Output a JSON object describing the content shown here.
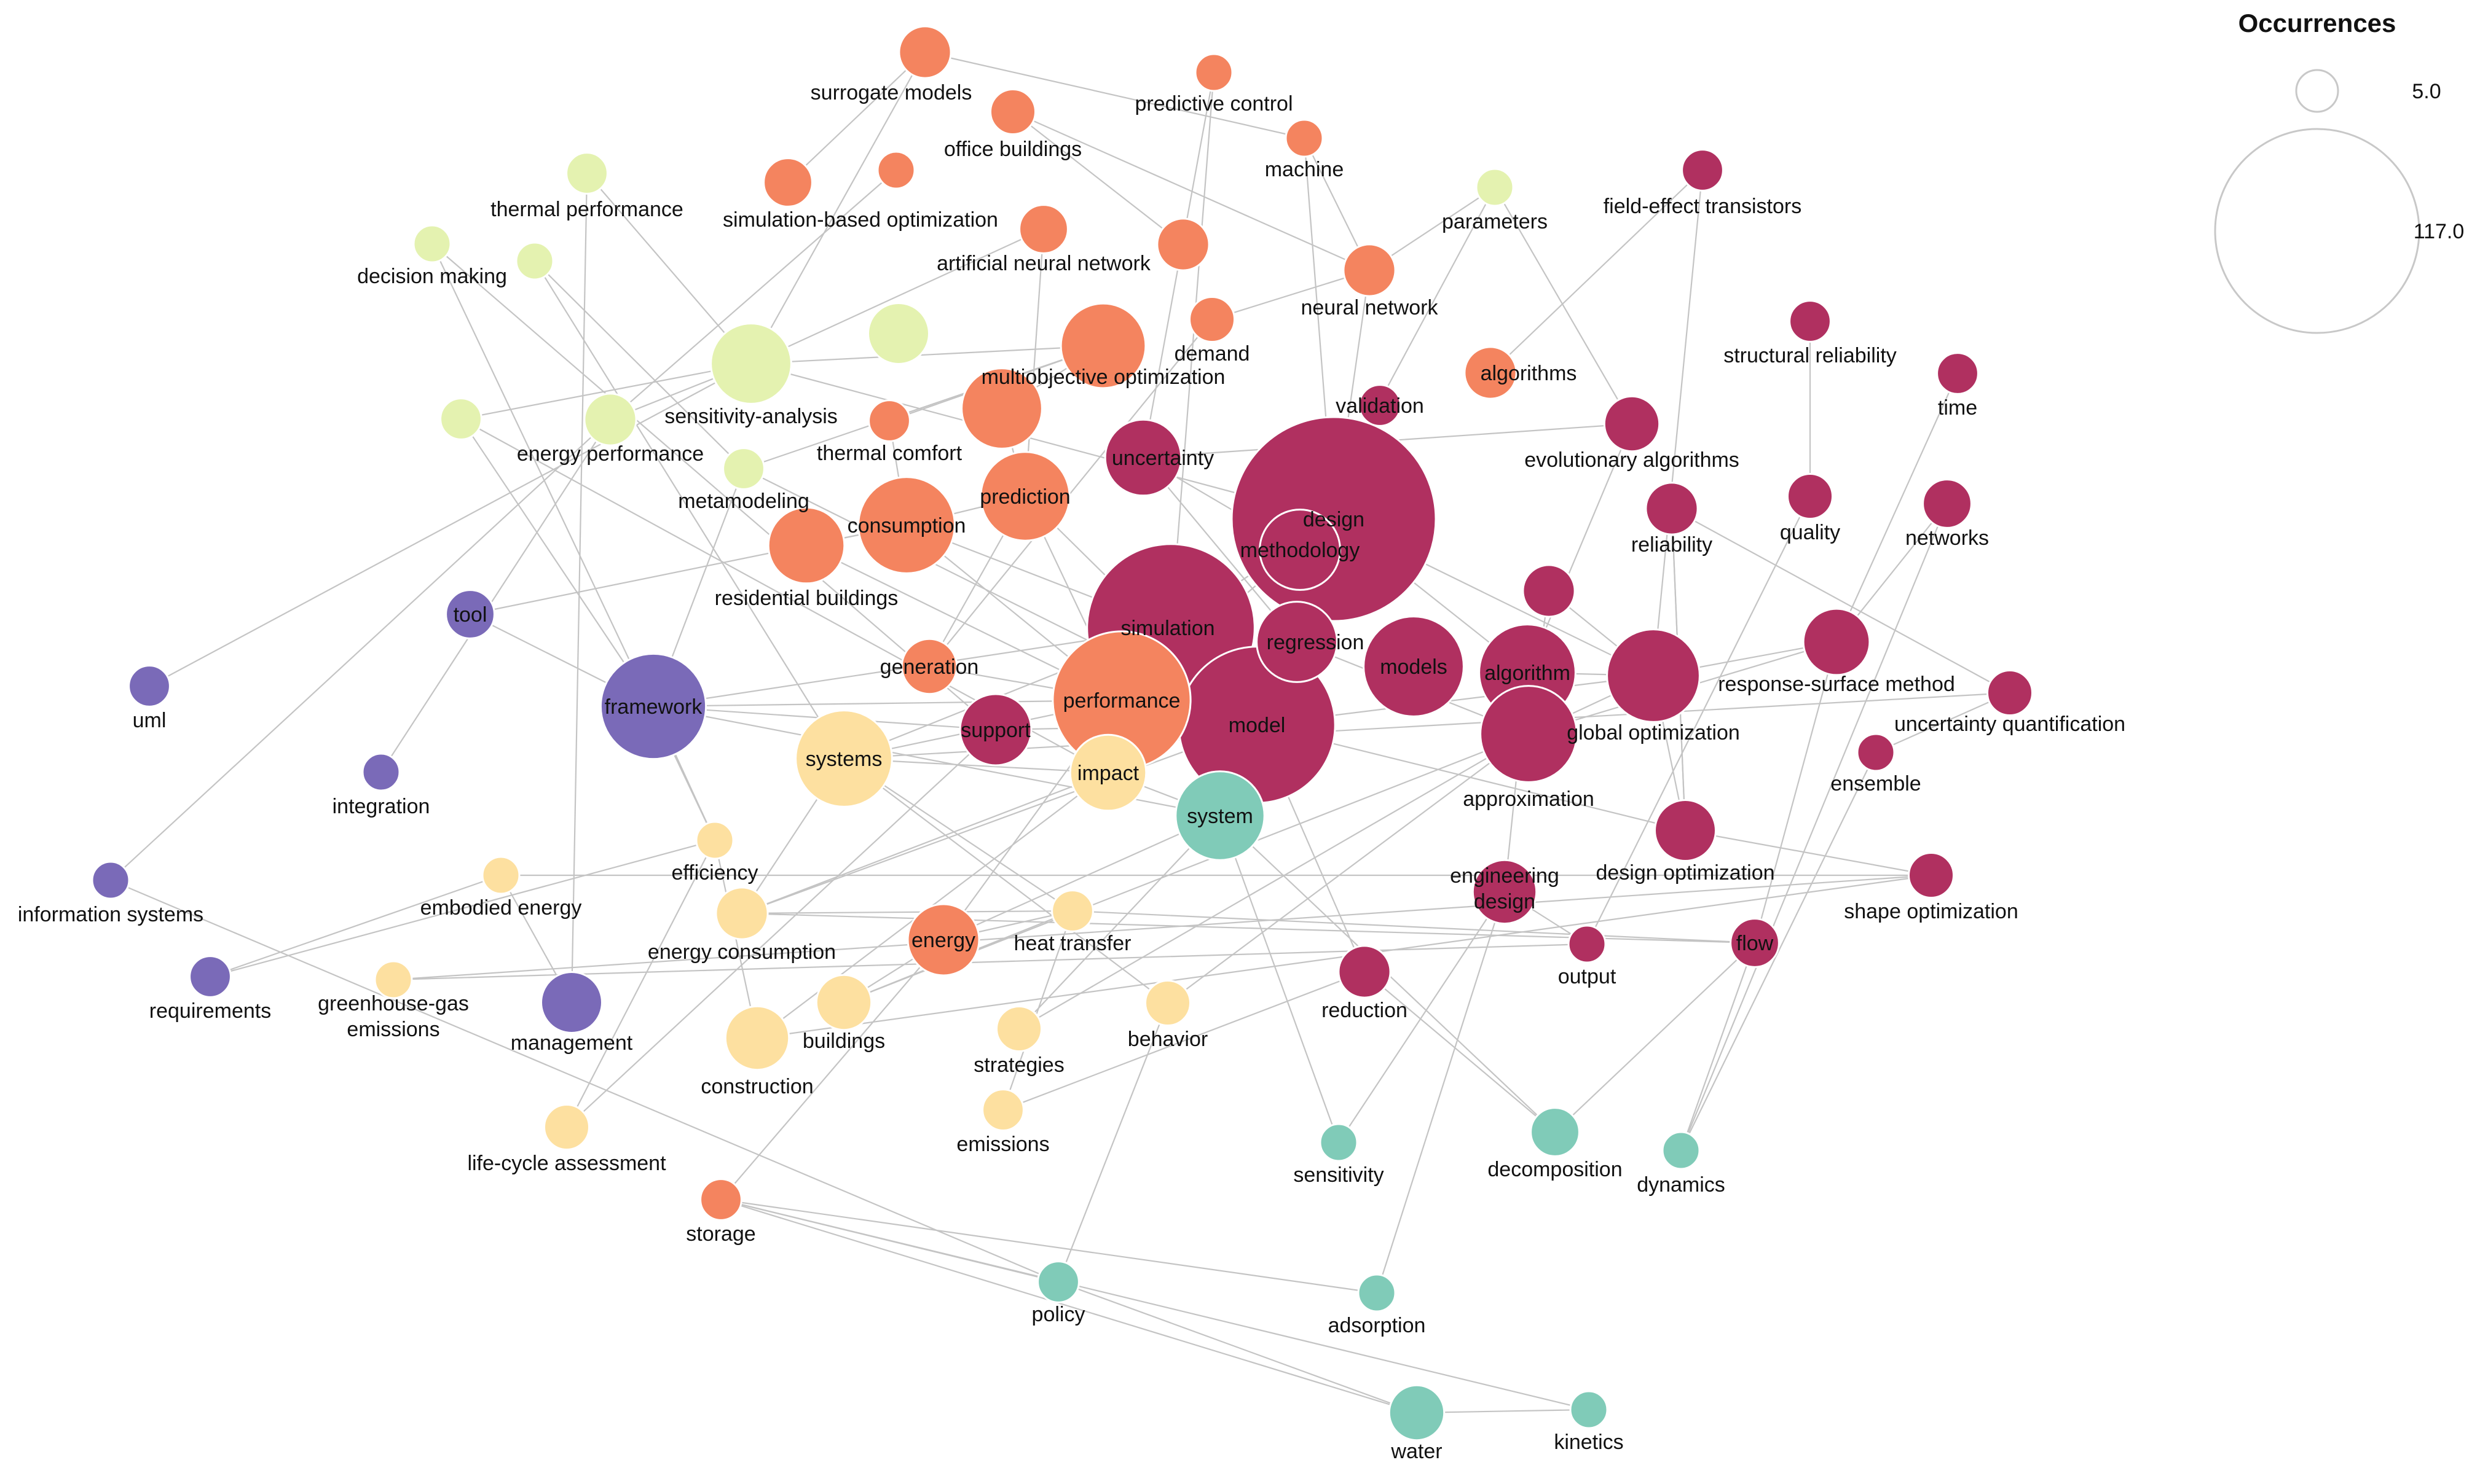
{
  "legend": {
    "title": "Occurrences",
    "min_label": "5.0",
    "max_label": "117.0"
  },
  "clusters": {
    "maroon": "#B03060",
    "orange": "#F4845F",
    "lightgreen": "#E4F2B0",
    "purple": "#7A6AB8",
    "yellow": "#FDE0A0",
    "teal": "#80CBB8"
  },
  "nodes": [
    {
      "id": "design",
      "label": "design",
      "cluster": "maroon",
      "occ": 117
    },
    {
      "id": "simulation",
      "label": "simulation",
      "cluster": "maroon",
      "occ": 80
    },
    {
      "id": "model",
      "label": "model",
      "cluster": "maroon",
      "occ": 70
    },
    {
      "id": "methodology",
      "label": "methodology",
      "cluster": "maroon",
      "occ": 20
    },
    {
      "id": "regression",
      "label": "regression",
      "cluster": "maroon",
      "occ": 20
    },
    {
      "id": "uncertainty",
      "label": "uncertainty",
      "cluster": "maroon",
      "occ": 18
    },
    {
      "id": "models",
      "label": "models",
      "cluster": "maroon",
      "occ": 30
    },
    {
      "id": "algorithm",
      "label": "algorithm",
      "cluster": "maroon",
      "occ": 28
    },
    {
      "id": "approximation",
      "label": "approximation",
      "cluster": "maroon",
      "occ": 28
    },
    {
      "id": "global-optimization",
      "label": "global optimization",
      "cluster": "maroon",
      "occ": 26
    },
    {
      "id": "response-surface-method",
      "label": "response-surface method",
      "cluster": "maroon",
      "occ": 14
    },
    {
      "id": "support",
      "label": "support",
      "cluster": "maroon",
      "occ": 16
    },
    {
      "id": "validation",
      "label": "validation",
      "cluster": "maroon",
      "occ": 6
    },
    {
      "id": "evolutionary-algorithms",
      "label": "evolutionary algorithms",
      "cluster": "maroon",
      "occ": 10
    },
    {
      "id": "reliability",
      "label": "reliability",
      "cluster": "maroon",
      "occ": 9
    },
    {
      "id": "field-effect-transistors",
      "label": "field-effect transistors",
      "cluster": "maroon",
      "occ": 6
    },
    {
      "id": "structural-reliability",
      "label": "structural reliability",
      "cluster": "maroon",
      "occ": 6
    },
    {
      "id": "time",
      "label": "time",
      "cluster": "maroon",
      "occ": 6
    },
    {
      "id": "quality",
      "label": "quality",
      "cluster": "maroon",
      "occ": 7
    },
    {
      "id": "networks",
      "label": "networks",
      "cluster": "maroon",
      "occ": 8
    },
    {
      "id": "unnamed-maroon",
      "label": "",
      "cluster": "maroon",
      "occ": 9
    },
    {
      "id": "uncertainty-quantification",
      "label": "uncertainty quantification",
      "cluster": "maroon",
      "occ": 7
    },
    {
      "id": "ensemble",
      "label": "ensemble",
      "cluster": "maroon",
      "occ": 5
    },
    {
      "id": "design-optimization",
      "label": "design optimization",
      "cluster": "maroon",
      "occ": 12
    },
    {
      "id": "engineering-design",
      "label": "engineering design",
      "cluster": "maroon",
      "occ": 13
    },
    {
      "id": "shape-optimization",
      "label": "shape optimization",
      "cluster": "maroon",
      "occ": 7
    },
    {
      "id": "output",
      "label": "output",
      "cluster": "maroon",
      "occ": 5
    },
    {
      "id": "flow",
      "label": "flow",
      "cluster": "maroon",
      "occ": 8
    },
    {
      "id": "reduction",
      "label": "reduction",
      "cluster": "maroon",
      "occ": 9
    },
    {
      "id": "performance",
      "label": "performance",
      "cluster": "orange",
      "occ": 55
    },
    {
      "id": "consumption",
      "label": "consumption",
      "cluster": "orange",
      "occ": 28
    },
    {
      "id": "prediction",
      "label": "prediction",
      "cluster": "orange",
      "occ": 24
    },
    {
      "id": "multiobjective-optimization",
      "label": "multiobjective optimization",
      "cluster": "orange",
      "occ": 22
    },
    {
      "id": "residential-buildings",
      "label": "residential buildings",
      "cluster": "orange",
      "occ": 18
    },
    {
      "id": "unnamed-orange",
      "label": "",
      "cluster": "orange",
      "occ": 20
    },
    {
      "id": "generation",
      "label": "generation",
      "cluster": "orange",
      "occ": 10
    },
    {
      "id": "energy",
      "label": "energy",
      "cluster": "orange",
      "occ": 16
    },
    {
      "id": "surrogate-models",
      "label": "surrogate models",
      "cluster": "orange",
      "occ": 9
    },
    {
      "id": "predictive-control",
      "label": "predictive control",
      "cluster": "orange",
      "occ": 5
    },
    {
      "id": "office-buildings",
      "label": "office buildings",
      "cluster": "orange",
      "occ": 7
    },
    {
      "id": "machine",
      "label": "machine",
      "cluster": "orange",
      "occ": 5
    },
    {
      "id": "simulation-based-optimization",
      "label": "simulation-based optimization",
      "cluster": "orange",
      "occ": 8
    },
    {
      "id": "unnamed-orange-small",
      "label": "",
      "cluster": "orange",
      "occ": 5
    },
    {
      "id": "artificial-neural-network",
      "label": "artificial neural network",
      "cluster": "orange",
      "occ": 8
    },
    {
      "id": "unnamed-orange-2",
      "label": "",
      "cluster": "orange",
      "occ": 9
    },
    {
      "id": "neural-network",
      "label": "neural network",
      "cluster": "orange",
      "occ": 9
    },
    {
      "id": "demand",
      "label": "demand",
      "cluster": "orange",
      "occ": 7
    },
    {
      "id": "algorithms",
      "label": "algorithms",
      "cluster": "orange",
      "occ": 9
    },
    {
      "id": "thermal-comfort",
      "label": "thermal comfort",
      "cluster": "orange",
      "occ": 6
    },
    {
      "id": "storage",
      "label": "storage",
      "cluster": "orange",
      "occ": 6
    },
    {
      "id": "sensitivity-analysis",
      "label": "sensitivity-analysis",
      "cluster": "lightgreen",
      "occ": 20
    },
    {
      "id": "thermal-performance",
      "label": "thermal performance",
      "cluster": "lightgreen",
      "occ": 6
    },
    {
      "id": "decision-making",
      "label": "decision making",
      "cluster": "lightgreen",
      "occ": 5
    },
    {
      "id": "unnamed-green-small",
      "label": "",
      "cluster": "lightgreen",
      "occ": 5
    },
    {
      "id": "unnamed-green-mid",
      "label": "",
      "cluster": "lightgreen",
      "occ": 12
    },
    {
      "id": "energy-performance",
      "label": "energy performance",
      "cluster": "lightgreen",
      "occ": 9
    },
    {
      "id": "unnamed-green-left",
      "label": "",
      "cluster": "lightgreen",
      "occ": 6
    },
    {
      "id": "metamodeling",
      "label": "metamodeling",
      "cluster": "lightgreen",
      "occ": 6
    },
    {
      "id": "parameters",
      "label": "parameters",
      "cluster": "lightgreen",
      "occ": 5
    },
    {
      "id": "framework",
      "label": "framework",
      "cluster": "purple",
      "occ": 33
    },
    {
      "id": "tool",
      "label": "tool",
      "cluster": "purple",
      "occ": 8
    },
    {
      "id": "uml",
      "label": "uml",
      "cluster": "purple",
      "occ": 6
    },
    {
      "id": "integration",
      "label": "integration",
      "cluster": "purple",
      "occ": 5
    },
    {
      "id": "information-systems",
      "label": "information systems",
      "cluster": "purple",
      "occ": 5
    },
    {
      "id": "requirements",
      "label": "requirements",
      "cluster": "purple",
      "occ": 6
    },
    {
      "id": "management",
      "label": "management",
      "cluster": "purple",
      "occ": 12
    },
    {
      "id": "systems",
      "label": "systems",
      "cluster": "yellow",
      "occ": 28
    },
    {
      "id": "impact",
      "label": "impact",
      "cluster": "yellow",
      "occ": 18
    },
    {
      "id": "efficiency",
      "label": "efficiency",
      "cluster": "yellow",
      "occ": 5
    },
    {
      "id": "embodied-energy",
      "label": "embodied energy",
      "cluster": "yellow",
      "occ": 5
    },
    {
      "id": "energy-consumption",
      "label": "energy consumption",
      "cluster": "yellow",
      "occ": 9
    },
    {
      "id": "heat-transfer",
      "label": "heat transfer",
      "cluster": "yellow",
      "occ": 6
    },
    {
      "id": "greenhouse-gas-emissions",
      "label": "greenhouse-gas emissions",
      "cluster": "yellow",
      "occ": 5
    },
    {
      "id": "buildings",
      "label": "buildings",
      "cluster": "yellow",
      "occ": 10
    },
    {
      "id": "construction",
      "label": "construction",
      "cluster": "yellow",
      "occ": 13
    },
    {
      "id": "strategies",
      "label": "strategies",
      "cluster": "yellow",
      "occ": 7
    },
    {
      "id": "behavior",
      "label": "behavior",
      "cluster": "yellow",
      "occ": 7
    },
    {
      "id": "emissions",
      "label": "emissions",
      "cluster": "yellow",
      "occ": 6
    },
    {
      "id": "life-cycle-assessment",
      "label": "life-cycle assessment",
      "cluster": "yellow",
      "occ": 7
    },
    {
      "id": "system",
      "label": "system",
      "cluster": "teal",
      "occ": 24
    },
    {
      "id": "sensitivity",
      "label": "sensitivity",
      "cluster": "teal",
      "occ": 5
    },
    {
      "id": "decomposition",
      "label": "decomposition",
      "cluster": "teal",
      "occ": 8
    },
    {
      "id": "dynamics",
      "label": "dynamics",
      "cluster": "teal",
      "occ": 5
    },
    {
      "id": "policy",
      "label": "policy",
      "cluster": "teal",
      "occ": 6
    },
    {
      "id": "adsorption",
      "label": "adsorption",
      "cluster": "teal",
      "occ": 5
    },
    {
      "id": "water",
      "label": "water",
      "cluster": "teal",
      "occ": 10
    },
    {
      "id": "kinetics",
      "label": "kinetics",
      "cluster": "teal",
      "occ": 5
    }
  ],
  "edges": [
    [
      "design",
      "simulation"
    ],
    [
      "design",
      "model"
    ],
    [
      "design",
      "performance"
    ],
    [
      "design",
      "neural-network"
    ],
    [
      "design",
      "global-optimization"
    ],
    [
      "design",
      "algorithm"
    ],
    [
      "design",
      "machine"
    ],
    [
      "design",
      "sensitivity-analysis"
    ],
    [
      "simulation",
      "model"
    ],
    [
      "simulation",
      "performance"
    ],
    [
      "simulation",
      "consumption"
    ],
    [
      "simulation",
      "systems"
    ],
    [
      "simulation",
      "framework"
    ],
    [
      "simulation",
      "energy"
    ],
    [
      "simulation",
      "predictive-control"
    ],
    [
      "model",
      "prediction"
    ],
    [
      "model",
      "system"
    ],
    [
      "model",
      "reduction"
    ],
    [
      "model",
      "performance"
    ],
    [
      "model",
      "design-optimization"
    ],
    [
      "model",
      "energy-consumption"
    ],
    [
      "model",
      "global-optimization"
    ],
    [
      "methodology",
      "uncertainty"
    ],
    [
      "methodology",
      "regression"
    ],
    [
      "regression",
      "approximation"
    ],
    [
      "regression",
      "uncertainty"
    ],
    [
      "approximation",
      "global-optimization"
    ],
    [
      "approximation",
      "algorithm"
    ],
    [
      "approximation",
      "response-surface-method"
    ],
    [
      "approximation",
      "buildings"
    ],
    [
      "approximation",
      "strategies"
    ],
    [
      "algorithm",
      "evolutionary-algorithms"
    ],
    [
      "algorithm",
      "global-optimization"
    ],
    [
      "algorithm",
      "engineering-design"
    ],
    [
      "global-optimization",
      "response-surface-method"
    ],
    [
      "global-optimization",
      "design-optimization"
    ],
    [
      "global-optimization",
      "field-effect-transistors"
    ],
    [
      "response-surface-method",
      "flow"
    ],
    [
      "response-surface-method",
      "time"
    ],
    [
      "response-surface-method",
      "networks"
    ],
    [
      "uncertainty-quantification",
      "reliability"
    ],
    [
      "uncertainty-quantification",
      "systems"
    ],
    [
      "uncertainty-quantification",
      "ensemble"
    ],
    [
      "quality",
      "output"
    ],
    [
      "structural-reliability",
      "quality"
    ],
    [
      "reliability",
      "design-optimization"
    ],
    [
      "design-optimization",
      "shape-optimization"
    ],
    [
      "design-optimization",
      "reliability"
    ],
    [
      "flow",
      "dynamics"
    ],
    [
      "flow",
      "decomposition"
    ],
    [
      "networks",
      "dynamics"
    ],
    [
      "engineering-design",
      "adsorption"
    ],
    [
      "engineering-design",
      "output"
    ],
    [
      "engineering-design",
      "sensitivity"
    ],
    [
      "reduction",
      "decomposition"
    ],
    [
      "reduction",
      "emissions"
    ],
    [
      "shape-optimization",
      "greenhouse-gas-emissions"
    ],
    [
      "shape-optimization",
      "embodied-energy"
    ],
    [
      "performance",
      "consumption"
    ],
    [
      "performance",
      "prediction"
    ],
    [
      "performance",
      "impact"
    ],
    [
      "performance",
      "systems"
    ],
    [
      "performance",
      "framework"
    ],
    [
      "performance",
      "residential-buildings"
    ],
    [
      "performance",
      "generation"
    ],
    [
      "consumption",
      "residential-buildings"
    ],
    [
      "consumption",
      "prediction"
    ],
    [
      "consumption",
      "tool"
    ],
    [
      "consumption",
      "thermal-comfort"
    ],
    [
      "prediction",
      "artificial-neural-network"
    ],
    [
      "prediction",
      "unnamed-orange"
    ],
    [
      "prediction",
      "generation"
    ],
    [
      "multiobjective-optimization",
      "unnamed-orange"
    ],
    [
      "multiobjective-optimization",
      "sensitivity-analysis"
    ],
    [
      "multiobjective-optimization",
      "metamodeling"
    ],
    [
      "multiobjective-optimization",
      "thermal-comfort"
    ],
    [
      "surrogate-models",
      "simulation-based-optimization"
    ],
    [
      "surrogate-models",
      "sensitivity-analysis"
    ],
    [
      "office-buildings",
      "neural-network"
    ],
    [
      "office-buildings",
      "unnamed-orange-2"
    ],
    [
      "neural-network",
      "machine"
    ],
    [
      "neural-network",
      "demand"
    ],
    [
      "neural-network",
      "parameters"
    ],
    [
      "artificial-neural-network",
      "sensitivity-analysis"
    ],
    [
      "unnamed-orange-small",
      "energy-performance"
    ],
    [
      "demand",
      "generation"
    ],
    [
      "algorithms",
      "field-effect-transistors"
    ],
    [
      "energy",
      "heat-transfer"
    ],
    [
      "energy",
      "buildings"
    ],
    [
      "energy",
      "storage"
    ],
    [
      "energy",
      "system"
    ],
    [
      "storage",
      "policy"
    ],
    [
      "storage",
      "water"
    ],
    [
      "storage",
      "kinetics"
    ],
    [
      "storage",
      "adsorption"
    ],
    [
      "sensitivity-analysis",
      "energy-performance"
    ],
    [
      "sensitivity-analysis",
      "uml"
    ],
    [
      "sensitivity-analysis",
      "thermal-performance"
    ],
    [
      "sensitivity-analysis",
      "unnamed-green-left"
    ],
    [
      "thermal-performance",
      "management"
    ],
    [
      "decision-making",
      "support"
    ],
    [
      "decision-making",
      "efficiency"
    ],
    [
      "unnamed-green-small",
      "metamodeling"
    ],
    [
      "unnamed-green-small",
      "systems"
    ],
    [
      "energy-performance",
      "integration"
    ],
    [
      "energy-performance",
      "information-systems"
    ],
    [
      "unnamed-green-left",
      "framework"
    ],
    [
      "unnamed-green-left",
      "impact"
    ],
    [
      "metamodeling",
      "model"
    ],
    [
      "metamodeling",
      "framework"
    ],
    [
      "parameters",
      "methodology"
    ],
    [
      "parameters",
      "evolutionary-algorithms"
    ],
    [
      "framework",
      "support"
    ],
    [
      "framework",
      "efficiency"
    ],
    [
      "framework",
      "tool"
    ],
    [
      "framework",
      "system"
    ],
    [
      "requirements",
      "efficiency"
    ],
    [
      "requirements",
      "embodied-energy"
    ],
    [
      "information-systems",
      "policy"
    ],
    [
      "management",
      "embodied-energy"
    ],
    [
      "systems",
      "impact"
    ],
    [
      "systems",
      "heat-transfer"
    ],
    [
      "systems",
      "behavior"
    ],
    [
      "systems",
      "energy-consumption"
    ],
    [
      "impact",
      "system"
    ],
    [
      "impact",
      "energy-consumption"
    ],
    [
      "impact",
      "construction"
    ],
    [
      "efficiency",
      "life-cycle-assessment"
    ],
    [
      "efficiency",
      "construction"
    ],
    [
      "energy-consumption",
      "heat-transfer"
    ],
    [
      "energy-consumption",
      "flow"
    ],
    [
      "greenhouse-gas-emissions",
      "output"
    ],
    [
      "buildings",
      "heat-transfer"
    ],
    [
      "heat-transfer",
      "flow"
    ],
    [
      "heat-transfer",
      "emissions"
    ],
    [
      "behavior",
      "approximation"
    ],
    [
      "strategies",
      "system"
    ],
    [
      "construction",
      "shape-optimization"
    ],
    [
      "system",
      "sensitivity"
    ],
    [
      "system",
      "decomposition"
    ],
    [
      "policy",
      "water"
    ],
    [
      "policy",
      "behavior"
    ],
    [
      "water",
      "kinetics"
    ],
    [
      "dynamics",
      "ensemble"
    ],
    [
      "support",
      "model"
    ],
    [
      "support",
      "life-cycle-assessment"
    ],
    [
      "uncertainty",
      "evolutionary-algorithms"
    ],
    [
      "validation",
      "model"
    ],
    [
      "global-optimization",
      "unnamed-maroon"
    ],
    [
      "unnamed-maroon",
      "approximation"
    ],
    [
      "surrogate-models",
      "machine"
    ],
    [
      "predictive-control",
      "uncertainty"
    ]
  ]
}
